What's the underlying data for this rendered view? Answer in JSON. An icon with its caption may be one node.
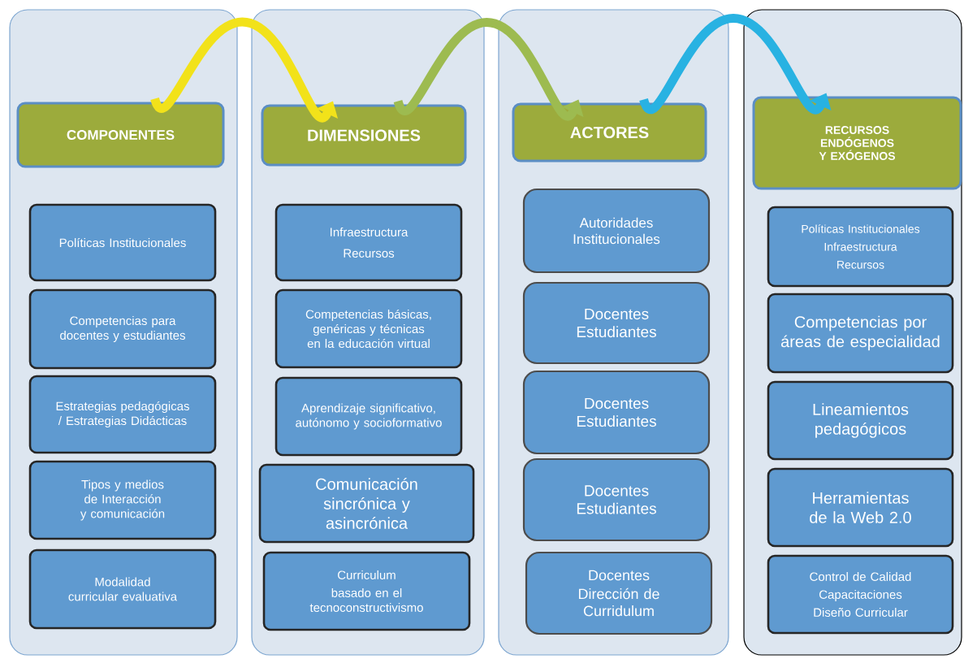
{
  "diagram": {
    "nodes": [
      {
        "text": [],
        "shape": "box"
      },
      {
        "text": [
          "COMPONENTES"
        ],
        "in": 0
      },
      {
        "text": [
          "Políticas Institucionales"
        ],
        "in": 0
      },
      {
        "text": [
          "Competencias para docentes y estudiantes"
        ],
        "in": 0
      },
      {
        "text": [
          "Estrategias pedagógicas / Estrategias Didácticas"
        ],
        "in": 0
      },
      {
        "text": [
          "Tipos y medios de Interacción y comunicación"
        ],
        "in": 0
      },
      {
        "text": [
          "Modalidad curricular evaluativa"
        ],
        "in": 0
      },
      {
        "text": [],
        "shape": "box"
      },
      {
        "text": [
          "DIMENSIONES"
        ],
        "in": 7
      },
      {
        "text": [
          "Infraestructura",
          "Recursos"
        ],
        "in": 7
      },
      {
        "text": [
          "Competencias básicas, genéricas y técnicas en la educación virtual"
        ],
        "in": 7
      },
      {
        "text": [
          "Aprendizaje significativo, autónomo y socioformativo"
        ],
        "in": 7
      },
      {
        "text": [
          "Comunicación sincrónica y asincrónica"
        ],
        "in": 7
      },
      {
        "text": [
          "Curriculum",
          "basado en el tecnoconstructivismo"
        ],
        "in": 7
      },
      {
        "text": [],
        "shape": "box"
      },
      {
        "text": [
          "ACTORES"
        ],
        "in": 14
      },
      {
        "text": [
          "Autoridades Institucionales"
        ],
        "in": 14
      },
      {
        "text": [
          "Docentes",
          "Estudiantes"
        ],
        "in": 14
      },
      {
        "text": [
          "Docentes",
          "Estudiantes"
        ],
        "in": 14
      },
      {
        "text": [
          "Docentes",
          "Estudiantes"
        ],
        "in": 14
      },
      {
        "text": [
          "Docentes",
          "Dirección de Curridulum"
        ],
        "in": 14
      },
      {
        "text": [],
        "shape": "box"
      },
      {
        "text": [
          "RECURSOS ENDÓGENOS Y EXÓGENOS"
        ],
        "in": 21
      },
      {
        "text": [
          "Políticas Institucionales",
          "Infraestructura",
          "Recursos"
        ],
        "in": 21
      },
      {
        "text": [
          "Competencias por áreas de especialidad"
        ],
        "in": 21
      },
      {
        "text": [
          "Lineamientos pedagógicos"
        ],
        "in": 21
      },
      {
        "text": [
          "Herramientas de la Web 2.0"
        ],
        "in": 21
      },
      {
        "text": [
          "Control de Calidad",
          "Capacitaciones",
          "Diseño Curricular"
        ],
        "in": 21
      }
    ],
    "edges": [
      {
        "from": 1,
        "to": 8,
        "arrow": "to",
        "color": "#f2e21a"
      },
      {
        "from": 8,
        "to": 15,
        "arrow": "to",
        "color": "#9dbb50"
      },
      {
        "from": 15,
        "to": 22,
        "arrow": "to",
        "color": "#28b2e2"
      }
    ]
  }
}
